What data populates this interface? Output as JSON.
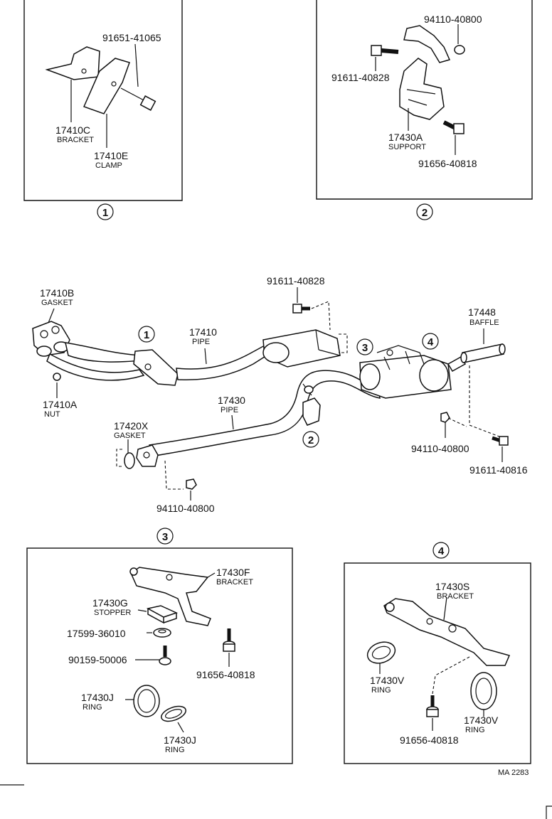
{
  "callouts": {
    "c1": "1",
    "c2": "2",
    "c3": "3",
    "c4": "4"
  },
  "box1": {
    "p_91651_41065": "91651-41065",
    "p_17410C": "17410C",
    "p_17410C_name": "BRACKET",
    "p_17410E": "17410E",
    "p_17410E_name": "CLAMP"
  },
  "box2": {
    "p_94110_40800": "94110-40800",
    "p_91611_40828": "91611-40828",
    "p_17430A": "17430A",
    "p_17430A_name": "SUPPORT",
    "p_91656_40818": "91656-40818"
  },
  "main": {
    "p_17410B": "17410B",
    "p_17410B_name": "GASKET",
    "p_17410A": "17410A",
    "p_17410A_name": "NUT",
    "p_91611_40828": "91611-40828",
    "p_17410": "17410",
    "p_17410_name": "PIPE",
    "p_17430": "17430",
    "p_17430_name": "PIPE",
    "p_17420X": "17420X",
    "p_17420X_name": "GASKET",
    "p_94110_40800_a": "94110-40800",
    "p_17448": "17448",
    "p_17448_name": "BAFFLE",
    "p_94110_40800_b": "94110-40800",
    "p_91611_40816": "91611-40816"
  },
  "box3": {
    "p_17430F": "17430F",
    "p_17430F_name": "BRACKET",
    "p_17430G": "17430G",
    "p_17430G_name": "STOPPER",
    "p_17599_36010": "17599-36010",
    "p_90159_50006": "90159-50006",
    "p_91656_40818": "91656-40818",
    "p_17430J_a": "17430J",
    "p_17430J_a_name": "RING",
    "p_17430J_b": "17430J",
    "p_17430J_b_name": "RING"
  },
  "box4": {
    "p_17430S": "17430S",
    "p_17430S_name": "BRACKET",
    "p_17430V_a": "17430V",
    "p_17430V_a_name": "RING",
    "p_17430V_b": "17430V",
    "p_17430V_b_name": "RING",
    "p_91656_40818": "91656-40818"
  },
  "footer": {
    "code": "MA 2283"
  }
}
